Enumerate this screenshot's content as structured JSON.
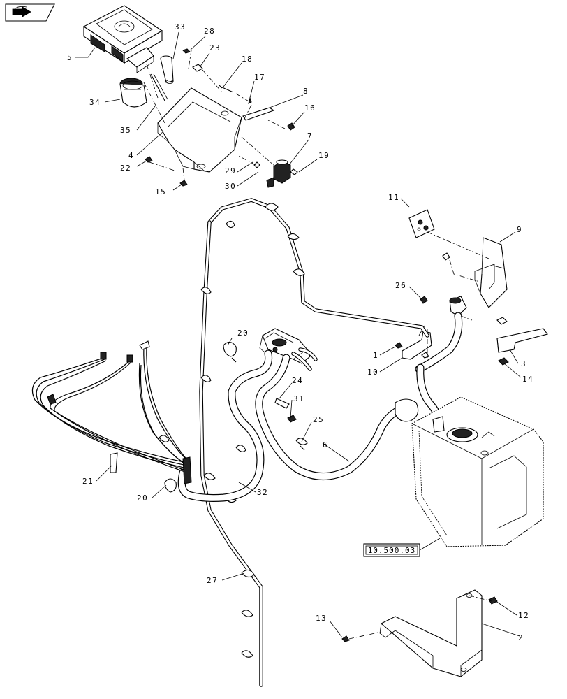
{
  "nav_icon": "book-arrow-icon",
  "reference": "10.500.03",
  "callouts": {
    "c1": "1",
    "c2": "2",
    "c3": "3",
    "c4": "4",
    "c5": "5",
    "c6": "6",
    "c7": "7",
    "c8": "8",
    "c9": "9",
    "c10": "10",
    "c11": "11",
    "c12": "12",
    "c13": "13",
    "c14": "14",
    "c15": "15",
    "c16": "16",
    "c17": "17",
    "c18": "18",
    "c19": "19",
    "c20a": "20",
    "c20b": "20",
    "c21": "21",
    "c22": "22",
    "c23": "23",
    "c24": "24",
    "c25": "25",
    "c26": "26",
    "c27": "27",
    "c28": "28",
    "c29": "29",
    "c30": "30",
    "c31": "31",
    "c32": "32",
    "c33": "33",
    "c34": "34",
    "c35": "35"
  }
}
